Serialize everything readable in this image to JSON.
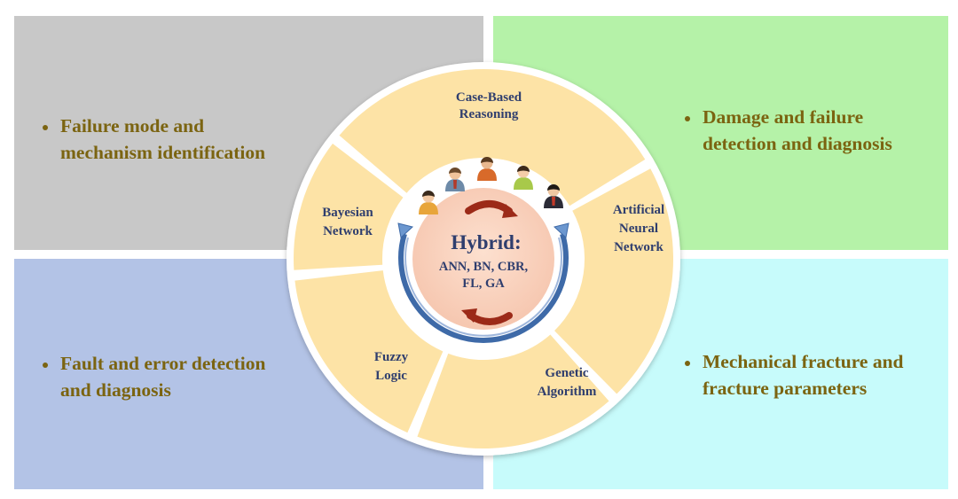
{
  "quadrants": {
    "top_left": {
      "lines": [
        "Failure mode and",
        "mechanism identification"
      ]
    },
    "top_right": {
      "lines": [
        "Damage and failure",
        "detection and diagnosis"
      ]
    },
    "bottom_left": {
      "lines": [
        "Fault and error detection",
        "and diagnosis"
      ]
    },
    "bottom_right": {
      "lines": [
        "Mechanical fracture and",
        "fracture parameters"
      ]
    }
  },
  "segments": [
    {
      "lines": [
        "Case-Based",
        "Reasoning"
      ]
    },
    {
      "lines": [
        "Artificial",
        "Neural",
        "Network"
      ]
    },
    {
      "lines": [
        "Genetic",
        "Algorithm"
      ]
    },
    {
      "lines": [
        "Fuzzy",
        "Logic"
      ]
    },
    {
      "lines": [
        "Bayesian",
        "Network"
      ]
    }
  ],
  "hub": {
    "title": "Hybrid:",
    "lines": [
      "ANN, BN, CBR,",
      "FL, GA"
    ]
  },
  "people": [
    "person-icon",
    "person-icon",
    "person-icon",
    "person-icon",
    "person-icon"
  ],
  "colors": {
    "segment_fill": "#fde3a6",
    "ring_arrow": "#3e6aa8",
    "arrow_red": "#9c2a18",
    "text_gold": "#7b6411",
    "text_navy": "#2f3e6e"
  }
}
